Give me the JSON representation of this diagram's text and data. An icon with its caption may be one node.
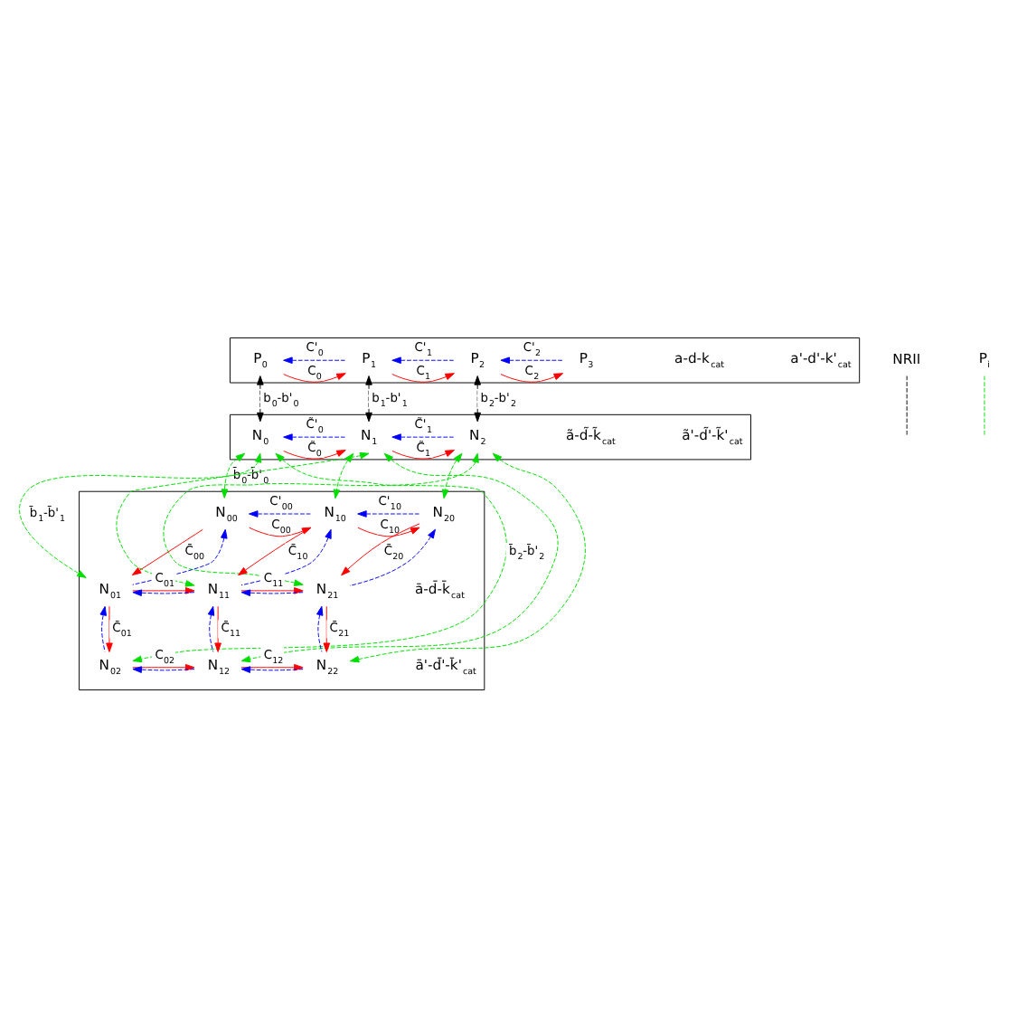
{
  "diagram": {
    "nodes": [
      {
        "text": [],
        "shape": "box"
      },
      {
        "text": [
          "P$_{0}$"
        ],
        "in": 0
      },
      {
        "text": [
          "P$_{1}$"
        ],
        "in": 0
      },
      {
        "text": [
          "P$_{2}$"
        ],
        "in": 0
      },
      {
        "text": [
          "P$_{3}$"
        ],
        "in": 0
      },
      {
        "text": [
          "NRII"
        ]
      },
      {
        "text": [],
        "shape": "box"
      },
      {
        "text": [
          "N$_{0}$"
        ],
        "in": 6
      },
      {
        "text": [
          "N$_{1}$"
        ],
        "in": 6
      },
      {
        "text": [
          "N$_{2}$"
        ],
        "in": 6
      },
      {
        "text": [
          "P$_{i}$"
        ]
      },
      {
        "text": [],
        "shape": "box"
      },
      {
        "text": [
          "N$_{00}$"
        ],
        "in": 11
      },
      {
        "text": [
          "N$_{10}$"
        ],
        "in": 11
      },
      {
        "text": [
          "N$_{20}$"
        ],
        "in": 11
      },
      {
        "text": [
          "N$_{01}$"
        ],
        "in": 11
      },
      {
        "text": [
          "N$_{11}$"
        ],
        "in": 11
      },
      {
        "text": [
          "N$_{21}$"
        ],
        "in": 11
      },
      {
        "text": [
          "N$_{02}$"
        ],
        "in": 11
      },
      {
        "text": [
          "N$_{12}$"
        ],
        "in": 11
      },
      {
        "text": [
          "N$_{22}$"
        ],
        "in": 11
      }
    ],
    "edges": [
      {
        "from": 1,
        "to": 2,
        "arrow": "to",
        "label": "C$_{0}$",
        "color": "#ff0000"
      },
      {
        "from": 2,
        "to": 1,
        "arrow": "to",
        "label": "C'$_{0}$",
        "style": "dashed",
        "color": "#0000ff"
      },
      {
        "from": 2,
        "to": 3,
        "arrow": "to",
        "label": "C$_{1}$",
        "color": "#ff0000"
      },
      {
        "from": 3,
        "to": 2,
        "arrow": "to",
        "label": "C'$_{1}$",
        "style": "dashed",
        "color": "#0000ff"
      },
      {
        "from": 3,
        "to": 4,
        "arrow": "to",
        "label": "C$_{2}$",
        "color": "#ff0000"
      },
      {
        "from": 4,
        "to": 3,
        "arrow": "to",
        "label": "C'$_{2}$",
        "style": "dashed",
        "color": "#0000ff"
      },
      {
        "from": 1,
        "to": 7,
        "arrow": "both",
        "label": "b$_{0}$-b'$_{0}$",
        "style": "dashed",
        "color": "#000000"
      },
      {
        "from": 2,
        "to": 8,
        "arrow": "both",
        "label": "b$_{1}$-b'$_{1}$",
        "style": "dashed",
        "color": "#000000"
      },
      {
        "from": 3,
        "to": 9,
        "arrow": "both",
        "label": "b$_{2}$-b'$_{2}$",
        "style": "dashed",
        "color": "#000000"
      },
      {
        "from": 5,
        "to": null,
        "arrow": "none",
        "style": "dashed",
        "color": "#000000"
      },
      {
        "from": 7,
        "to": 8,
        "arrow": "to",
        "label": "C̃$_{0}$",
        "color": "#ff0000"
      },
      {
        "from": 8,
        "to": 7,
        "arrow": "to",
        "label": "C̃'$_{0}$",
        "style": "dashed",
        "color": "#0000ff"
      },
      {
        "from": 8,
        "to": 9,
        "arrow": "to",
        "label": "C̃$_{1}$",
        "color": "#ff0000"
      },
      {
        "from": 9,
        "to": 8,
        "arrow": "to",
        "label": "C̃'$_{1}$",
        "style": "dashed",
        "color": "#0000ff"
      },
      {
        "from": 10,
        "to": null,
        "arrow": "none",
        "style": "dashed",
        "color": "#00dd00"
      },
      {
        "from": 7,
        "to": 12,
        "arrow": "both",
        "label": "b̄$_{0}$-b̄'$_{0}$",
        "style": "dashed",
        "color": "#00dd00"
      },
      {
        "from": 7,
        "to": 15,
        "arrow": "both",
        "label": "b̄$_{1}$-b̄'$_{1}$",
        "style": "dashed",
        "color": "#00dd00"
      },
      {
        "from": 7,
        "to": 18,
        "arrow": "both",
        "label": "b̄$_{2}$-b̄'$_{2}$",
        "style": "dashed",
        "color": "#00dd00"
      },
      {
        "from": 8,
        "to": 13,
        "arrow": "both",
        "style": "dashed",
        "color": "#00dd00"
      },
      {
        "from": 8,
        "to": 16,
        "arrow": "both",
        "style": "dashed",
        "color": "#00dd00"
      },
      {
        "from": 8,
        "to": 19,
        "arrow": "both",
        "style": "dashed",
        "color": "#00dd00"
      },
      {
        "from": 9,
        "to": 14,
        "arrow": "both",
        "style": "dashed",
        "color": "#00dd00"
      },
      {
        "from": 9,
        "to": 17,
        "arrow": "both",
        "style": "dashed",
        "color": "#00dd00"
      },
      {
        "from": 9,
        "to": 20,
        "arrow": "both",
        "style": "dashed",
        "color": "#00dd00"
      },
      {
        "from": 12,
        "to": 13,
        "arrow": "to",
        "label": "C$_{00}$",
        "color": "#ff0000"
      },
      {
        "from": 13,
        "to": 12,
        "arrow": "to",
        "label": "C'$_{00}$",
        "style": "dashed",
        "color": "#0000ff"
      },
      {
        "from": 13,
        "to": 14,
        "arrow": "to",
        "label": "C$_{10}$",
        "color": "#ff0000"
      },
      {
        "from": 14,
        "to": 13,
        "arrow": "to",
        "label": "C'$_{10}$",
        "style": "dashed",
        "color": "#0000ff"
      },
      {
        "from": 12,
        "to": 15,
        "arrow": "to",
        "label": "C̄$_{00}$",
        "color": "#ff0000"
      },
      {
        "from": 15,
        "to": 12,
        "arrow": "to",
        "style": "dashed",
        "color": "#0000ff"
      },
      {
        "from": 13,
        "to": 16,
        "arrow": "to",
        "label": "C̄$_{10}$",
        "color": "#ff0000"
      },
      {
        "from": 16,
        "to": 13,
        "arrow": "to",
        "style": "dashed",
        "color": "#0000ff"
      },
      {
        "from": 14,
        "to": 17,
        "arrow": "to",
        "label": "C̄$_{20}$",
        "color": "#ff0000"
      },
      {
        "from": 17,
        "to": 14,
        "arrow": "to",
        "style": "dashed",
        "color": "#0000ff"
      },
      {
        "from": 15,
        "to": 16,
        "arrow": "to",
        "label": "C$_{01}$",
        "color": "#ff0000"
      },
      {
        "from": 16,
        "to": 15,
        "arrow": "to",
        "style": "dashed",
        "color": "#0000ff"
      },
      {
        "from": 16,
        "to": 17,
        "arrow": "to",
        "label": "C$_{11}$",
        "color": "#ff0000"
      },
      {
        "from": 17,
        "to": 16,
        "arrow": "to",
        "style": "dashed",
        "color": "#0000ff"
      },
      {
        "from": 15,
        "to": 18,
        "arrow": "to",
        "label": "C̄$_{01}$",
        "color": "#ff0000"
      },
      {
        "from": 18,
        "to": 15,
        "arrow": "to",
        "style": "dashed",
        "color": "#0000ff"
      },
      {
        "from": 16,
        "to": 19,
        "arrow": "to",
        "label": "C̄$_{11}$",
        "color": "#ff0000"
      },
      {
        "from": 19,
        "to": 16,
        "arrow": "to",
        "style": "dashed",
        "color": "#0000ff"
      },
      {
        "from": 17,
        "to": 20,
        "arrow": "to",
        "label": "C̄$_{21}$",
        "color": "#ff0000"
      },
      {
        "from": 20,
        "to": 17,
        "arrow": "to",
        "style": "dashed",
        "color": "#0000ff"
      },
      {
        "from": 18,
        "to": 19,
        "arrow": "to",
        "label": "C$_{02}$",
        "color": "#ff0000"
      },
      {
        "from": 19,
        "to": 18,
        "arrow": "to",
        "style": "dashed",
        "color": "#0000ff"
      },
      {
        "from": 19,
        "to": 20,
        "arrow": "to",
        "label": "C$_{12}$",
        "color": "#ff0000"
      },
      {
        "from": 20,
        "to": 19,
        "arrow": "to",
        "style": "dashed",
        "color": "#0000ff"
      }
    ],
    "labels": [
      "a-d-k$_{cat}$",
      "a'-d'-k'$_{cat}$",
      "ã-d̃-k̃$_{cat}$",
      "ã'-d̃'-k̃'$_{cat}$",
      "ā-d̄-k̄$_{cat}$",
      "ā'-d̄'-k̄'$_{cat}$"
    ]
  }
}
